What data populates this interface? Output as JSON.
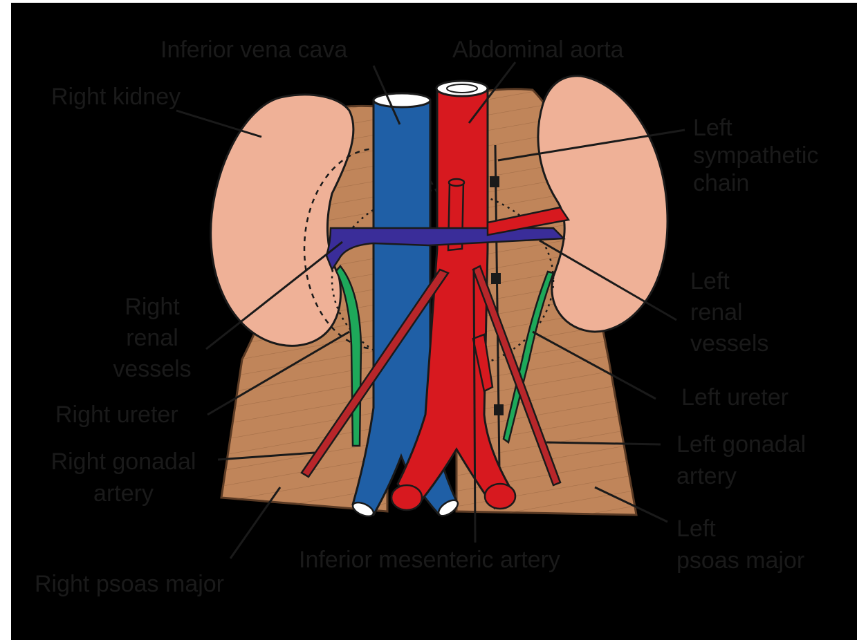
{
  "labels": {
    "inferior_vena_cava": "Inferior vena cava",
    "abdominal_aorta": "Abdominal aorta",
    "right_kidney": "Right kidney",
    "left_sympathetic_chain": [
      "Left",
      "sympathetic",
      "chain"
    ],
    "left_renal_vessels": [
      "Left",
      "renal",
      "vessels"
    ],
    "right_renal_vessels": [
      "Right",
      "renal",
      "vessels"
    ],
    "right_ureter": "Right ureter",
    "left_ureter": "Left ureter",
    "right_gonadal_artery": [
      "Right gonadal",
      "artery"
    ],
    "left_gonadal_artery": [
      "Left gonadal",
      "artery"
    ],
    "left_psoas_major": [
      "Left",
      "psoas major"
    ],
    "right_psoas_major": "Right psoas major",
    "inferior_mesenteric_artery": "Inferior mesenteric artery"
  },
  "colors": {
    "frame": "#000000",
    "border": "#2f63a6",
    "background": "#eef4f8",
    "psoas": "#c0855a",
    "kidney": "#efb197",
    "aorta": "#d7191f",
    "ivc": "#1f5fa6",
    "renal_vein": "#3a2d99",
    "ureter": "#1ea85a",
    "gonadal_artery": "#b8262a"
  }
}
